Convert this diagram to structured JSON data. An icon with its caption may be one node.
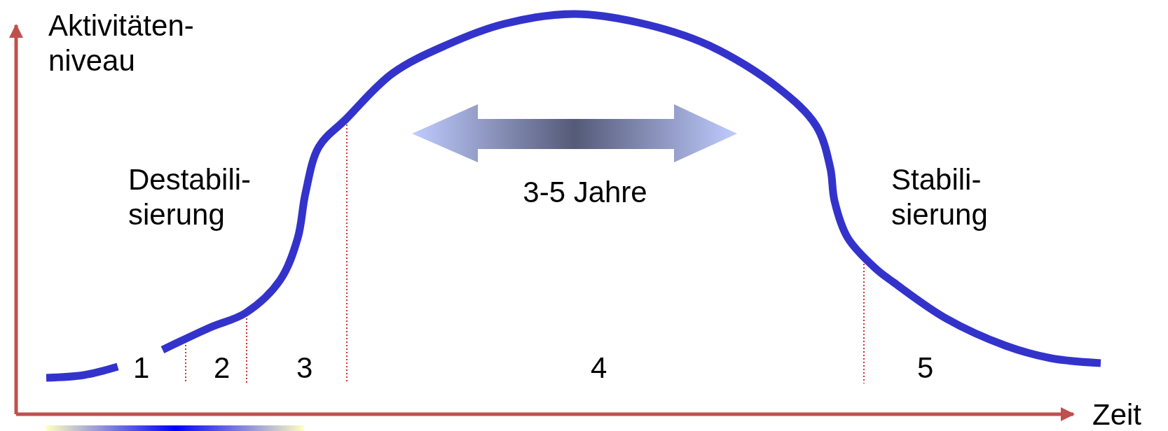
{
  "diagram": {
    "labels": [
      "Aktivitäten- niveau",
      "Zeit",
      "Destabili- sierung",
      "3-5 Jahre",
      "Stabili- sierung",
      "1",
      "2",
      "3",
      "4",
      "5"
    ]
  }
}
